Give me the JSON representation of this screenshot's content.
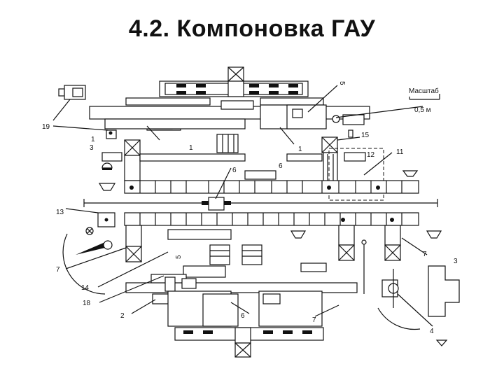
{
  "title": "4.2. Компоновка ГАУ",
  "scale": {
    "label": "Масштаб",
    "value": "0,5 м"
  },
  "labels": [
    "5",
    "19",
    "1",
    "3",
    "1",
    "1",
    "15",
    "12",
    "11",
    "6",
    "6",
    "13",
    "5",
    "7",
    "3",
    "7",
    "14",
    "18",
    "2",
    "6",
    "7",
    "4"
  ]
}
